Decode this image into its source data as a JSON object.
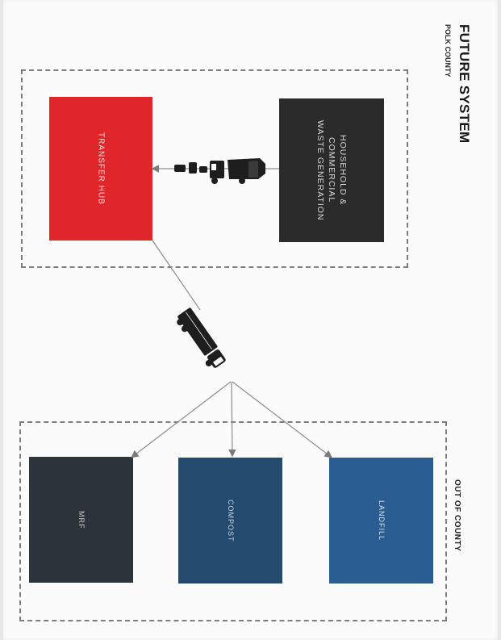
{
  "header": {
    "title": "FUTURE SYSTEM",
    "subtitle": "POLK COUNTY"
  },
  "group_labels": {
    "out_of_county": "OUT OF COUNTY"
  },
  "nodes": {
    "generation": {
      "label": "HOUSEHOLD &\nCOMMERCIAL\nWASTE GENERATION",
      "color": "#2b2b2b"
    },
    "transfer_hub": {
      "label": "TRANSFER HUB",
      "color": "#e0252b"
    },
    "mrf": {
      "label": "MRF",
      "color": "#2d3439"
    },
    "compost": {
      "label": "COMPOST",
      "color": "#244a6d"
    },
    "landfill": {
      "label": "LANDFILL",
      "color": "#2a5e92"
    }
  },
  "icons": [
    "garbage-truck-icon",
    "semi-truck-icon"
  ],
  "colors": {
    "background": "#fbfbfb",
    "dash_border": "#7d7d7d",
    "arrow": "#8c8c8c",
    "vehicle": "#1e1e1e"
  }
}
